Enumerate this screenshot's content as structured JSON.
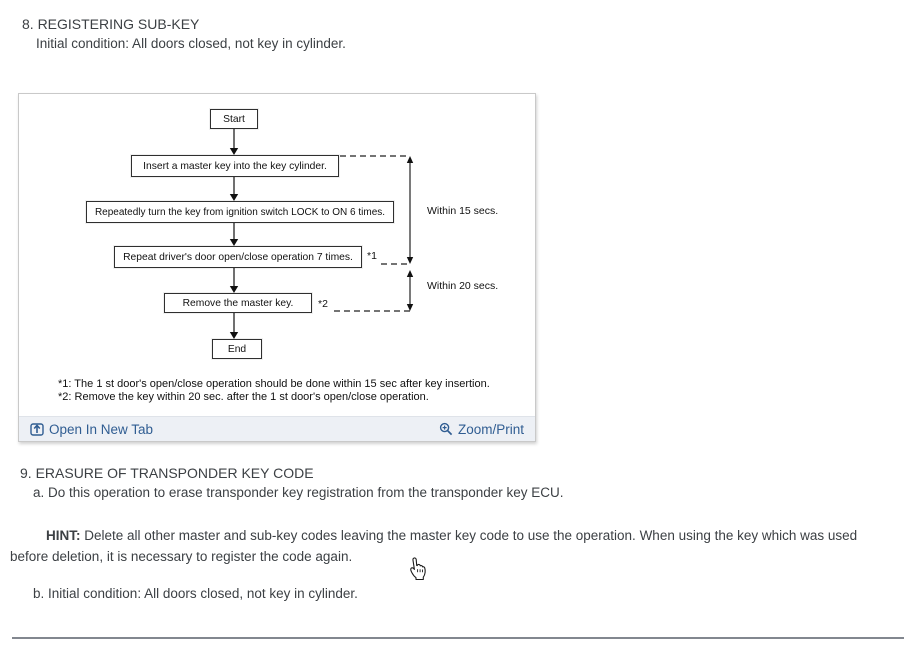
{
  "colors": {
    "link": "#305d92",
    "toolbar_bg": "#edf0f5",
    "rule": "#82878f"
  },
  "section8": {
    "heading": "8. REGISTERING SUB-KEY",
    "initial_condition": "Initial condition: All doors closed, not key in cylinder."
  },
  "figure": {
    "toolbar": {
      "open_in_new_tab_label": "Open In New Tab",
      "zoom_print_label": "Zoom/Print",
      "open_icon": "open-in-new-tab-icon",
      "zoom_icon": "magnifier-plus-icon"
    },
    "flowchart": {
      "nodes": [
        {
          "label": "Start"
        },
        {
          "label": "Insert a master key into the key cylinder."
        },
        {
          "label": "Repeatedly turn the key from ignition switch LOCK to ON 6 times."
        },
        {
          "label": "Repeat driver's door open/close operation 7 times.",
          "ref": "*1"
        },
        {
          "label": "Remove the master key.",
          "ref": "*2"
        },
        {
          "label": "End"
        }
      ],
      "timings": [
        {
          "label": "Within 15 secs."
        },
        {
          "label": "Within 20 secs."
        }
      ],
      "footnotes": [
        "*1: The 1 st door's open/close operation should be done within 15 sec after key insertion.",
        "*2: Remove the key within 20 sec. after the 1 st door's open/close operation."
      ]
    }
  },
  "section9": {
    "heading": "9. ERASURE OF TRANSPONDER KEY CODE",
    "item_a": "a. Do this operation to erase transponder key registration from the transponder key ECU.",
    "hint_label": "HINT:",
    "hint_text": " Delete all other master and sub-key codes leaving the master key code to use the operation. When using the key which was used before deletion, it is necessary to register the code again.",
    "item_b": "b. Initial condition: All doors closed, not key in cylinder."
  },
  "cursor_icon": "hand-pointer-cursor"
}
